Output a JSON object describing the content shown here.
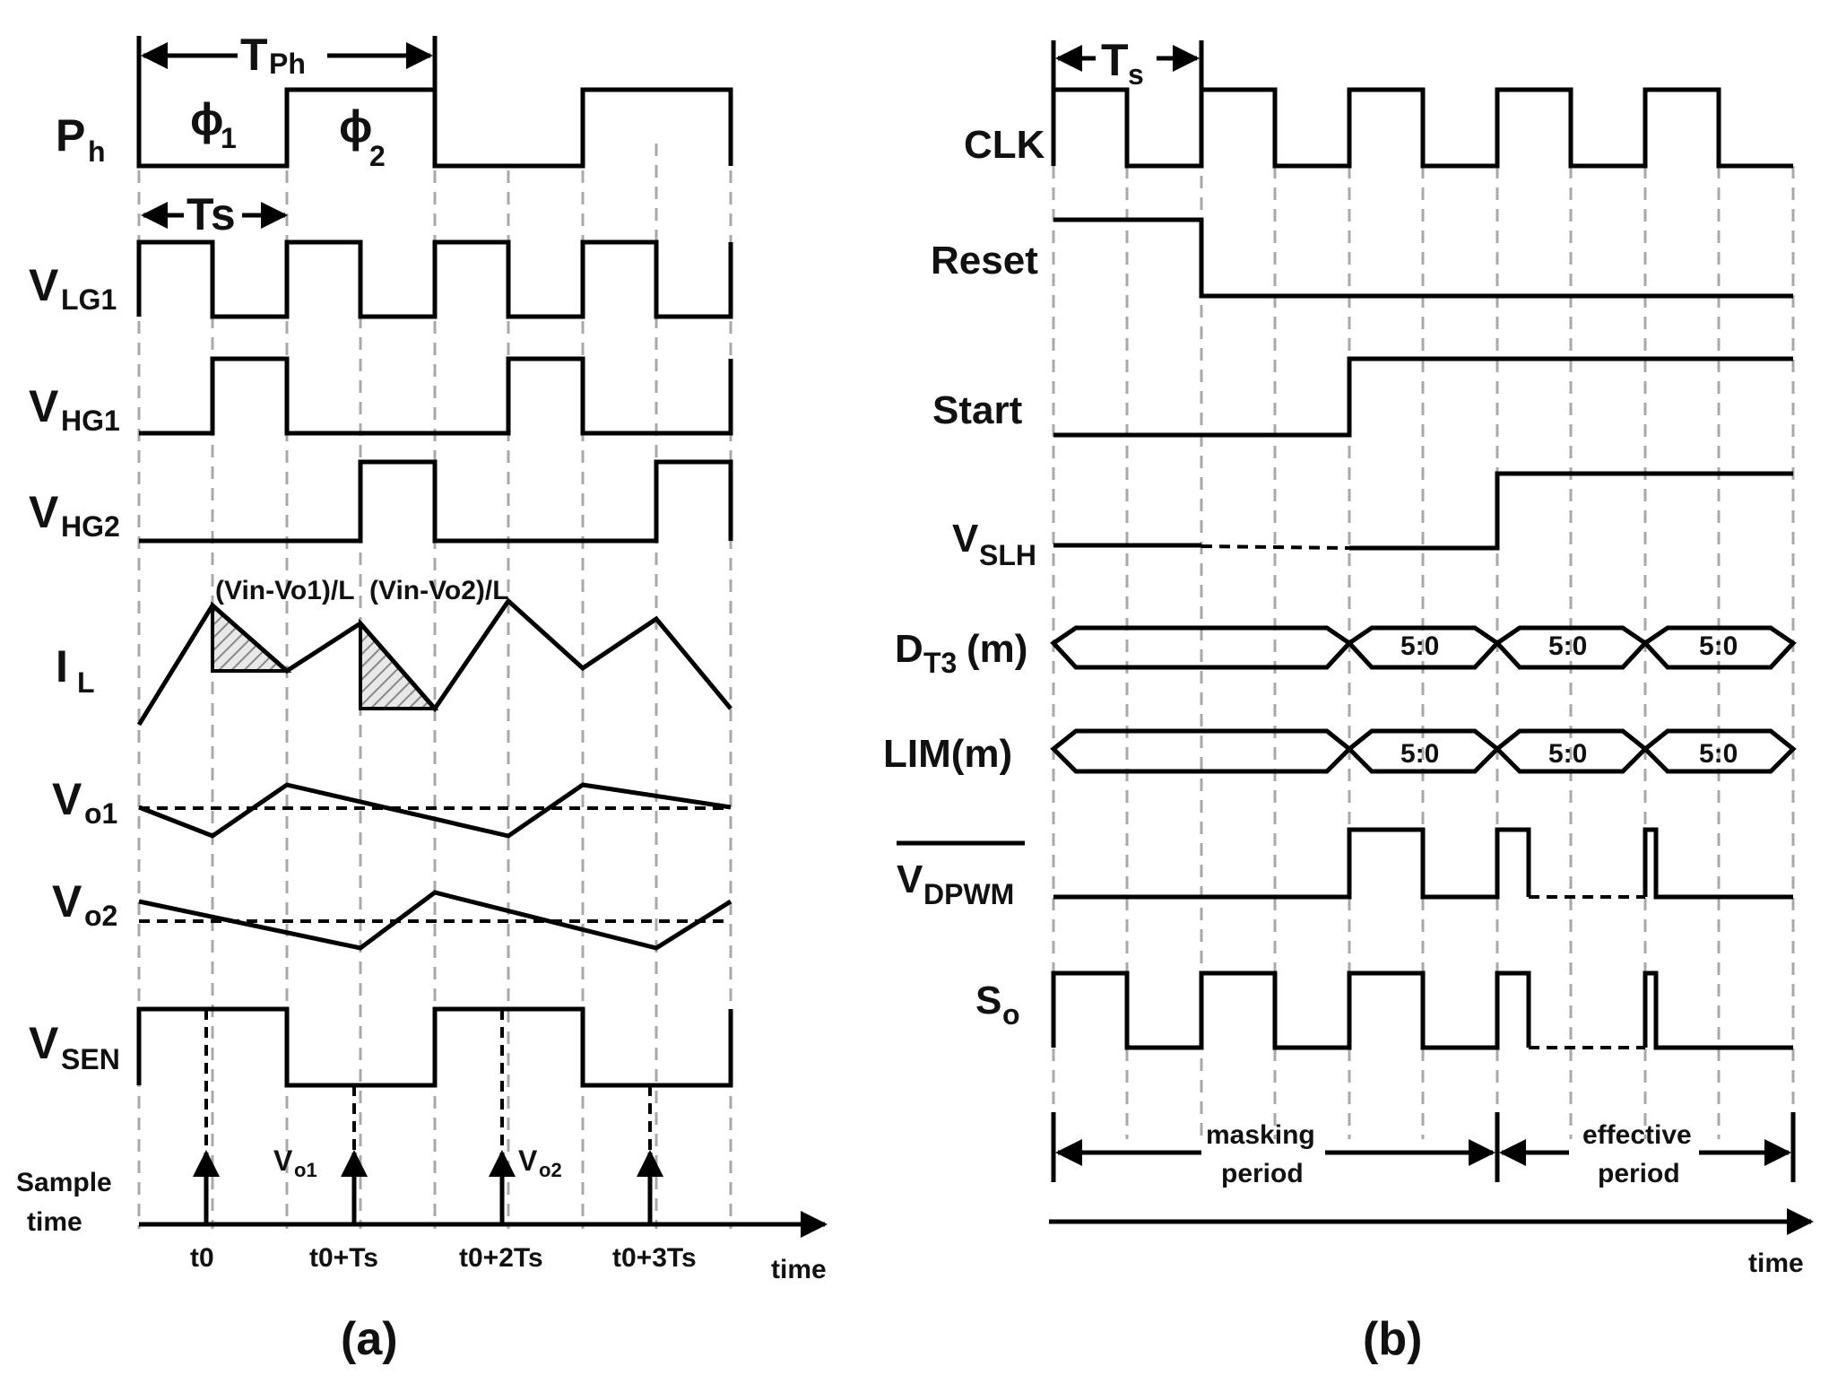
{
  "panel_a": {
    "top_period": "T",
    "top_period_sub": "Ph",
    "ts_label": "Ts",
    "phase1": "ϕ",
    "phase1_sub": "1",
    "phase2": "ϕ",
    "phase2_sub": "2",
    "signals": {
      "ph": {
        "main": "P",
        "sub": "h"
      },
      "vlg1": {
        "main": "V",
        "sub": "LG1"
      },
      "vhg1": {
        "main": "V",
        "sub": "HG1"
      },
      "vhg2": {
        "main": "V",
        "sub": "HG2"
      },
      "il": {
        "main": "I",
        "sub": "L"
      },
      "vo1": {
        "main": "V",
        "sub": "o1"
      },
      "vo2": {
        "main": "V",
        "sub": "o2"
      },
      "vsen": {
        "main": "V",
        "sub": "SEN"
      }
    },
    "slope1": "(Vin-Vo1)/L",
    "slope2": "(Vin-Vo2)/L",
    "sample_line1": "Sample",
    "sample_line2": "time",
    "sample_vo1": {
      "main": "V",
      "sub": "o1"
    },
    "sample_vo2": {
      "main": "V",
      "sub": "o2"
    },
    "ticks": [
      "t0",
      "t0+Ts",
      "t0+2Ts",
      "t0+3Ts"
    ],
    "time_axis": "time",
    "caption": "(a)"
  },
  "panel_b": {
    "ts_label": "T",
    "ts_sub": "s",
    "signals": {
      "clk": "CLK",
      "reset": "Reset",
      "start": "Start",
      "vslh": {
        "main": "V",
        "sub": "SLH"
      },
      "dt3": {
        "main": "D",
        "sub": "T3",
        "suffix": "(m)"
      },
      "lim": "LIM(m)",
      "vdpwm": {
        "main": "V",
        "sub": "DPWM"
      },
      "so": {
        "main": "S",
        "sub": "o"
      }
    },
    "bus_value": "5:0",
    "masking_line1": "masking",
    "masking_line2": "period",
    "effective_line1": "effective",
    "effective_line2": "period",
    "time_axis": "time",
    "caption": "(b)"
  }
}
